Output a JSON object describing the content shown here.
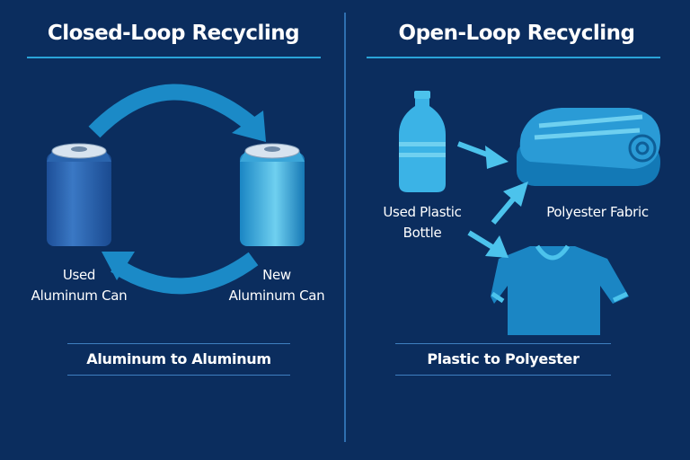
{
  "left": {
    "title": "Closed-Loop Recycling",
    "source_label": [
      "Used",
      "Aluminum Can"
    ],
    "target_label": [
      "New",
      "Aluminum Can"
    ],
    "caption": "Aluminum to Aluminum"
  },
  "right": {
    "title": "Open-Loop Recycling",
    "source_label": [
      "Used Plastic",
      "Bottle"
    ],
    "fabric_label": "Polyester Fabric",
    "caption": "Plastic to Polyester"
  },
  "colors": {
    "background": "#0b2d5e",
    "accent": "#2aa3d8",
    "light": "#4cc3ec"
  }
}
